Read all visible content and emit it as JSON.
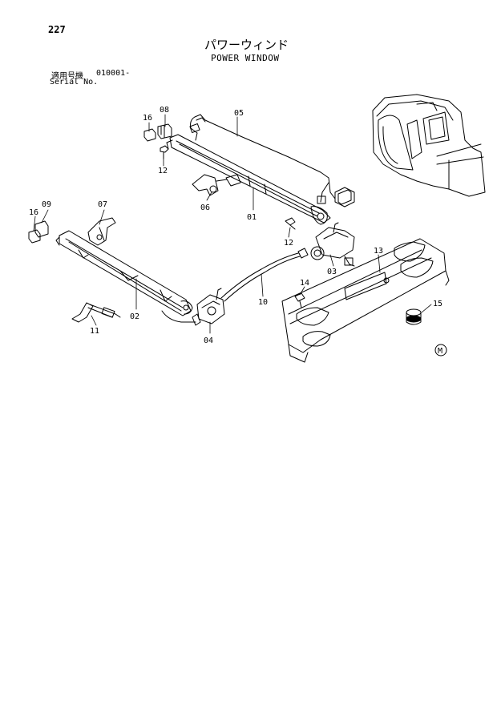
{
  "header": {
    "page_number": "227",
    "title_jp": "パワーウィンド",
    "title_en": "POWER WINDOW",
    "serial_label_jp": "適用号機",
    "serial_value": "010001-",
    "serial_label_en": "Serial No."
  },
  "callouts": {
    "c01": "01",
    "c02": "02",
    "c03": "03",
    "c04": "04",
    "c05": "05",
    "c06": "06",
    "c07": "07",
    "c08": "08",
    "c09": "09",
    "c10": "10",
    "c11": "11",
    "c12a": "12",
    "c12b": "12",
    "c13": "13",
    "c14": "14",
    "c15": "15",
    "c16a": "16",
    "c16b": "16"
  },
  "mark": "M"
}
